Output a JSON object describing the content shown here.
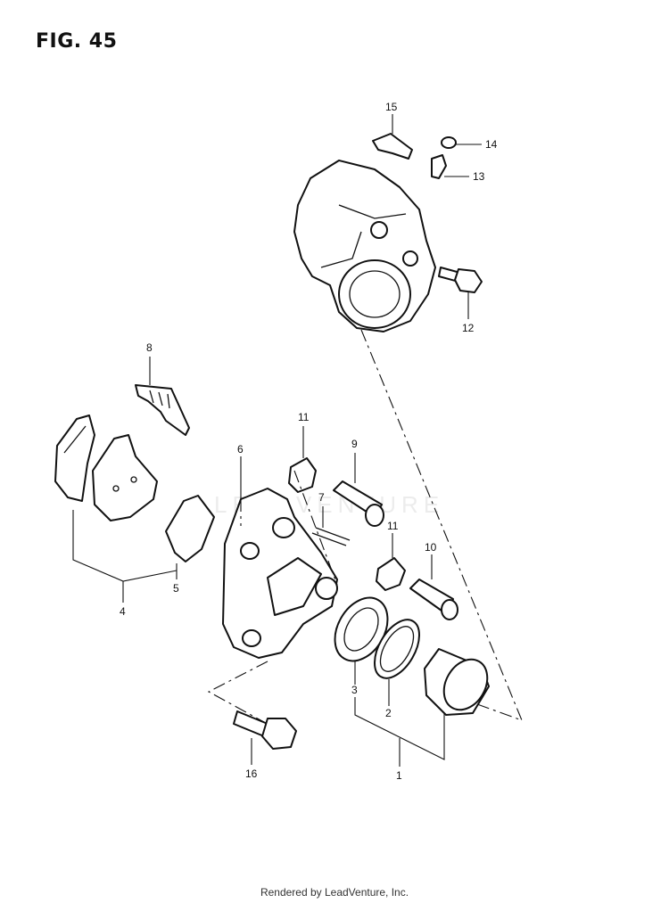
{
  "title": "FIG. 45",
  "footer": "Rendered by LeadVenture, Inc.",
  "watermark": "LEADVENTURE",
  "callouts": {
    "c1": "1",
    "c2": "2",
    "c3": "3",
    "c4": "4",
    "c5": "5",
    "c6": "6",
    "c7": "7",
    "c8": "8",
    "c9": "9",
    "c10": "10",
    "c11a": "11",
    "c11b": "11",
    "c12": "12",
    "c13": "13",
    "c14": "14",
    "c15": "15",
    "c16": "16"
  }
}
